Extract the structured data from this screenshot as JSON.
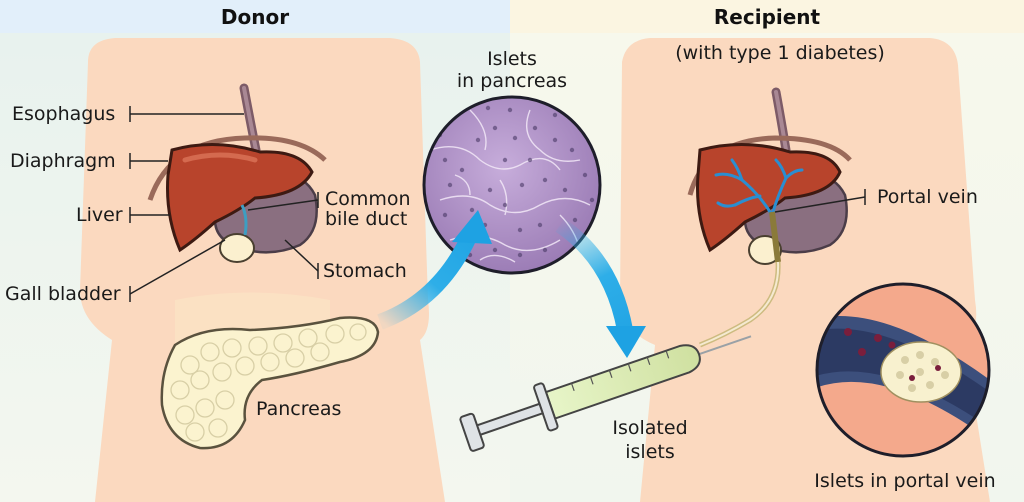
{
  "headers": {
    "donor": "Donor",
    "recipient": "Recipient"
  },
  "recipient_condition": "(with type 1 diabetes)",
  "donor_labels": {
    "esophagus": "Esophagus",
    "diaphragm": "Diaphragm",
    "liver": "Liver",
    "gall_bladder": "Gall bladder",
    "common_bile_duct_line1": "Common",
    "common_bile_duct_line2": "bile duct",
    "stomach": "Stomach",
    "pancreas": "Pancreas"
  },
  "micrograph": {
    "line1": "Islets",
    "line2": "in pancreas"
  },
  "recipient_labels": {
    "portal_vein": "Portal vein",
    "islets_in_portal_vein": "Islets in portal vein"
  },
  "syringe": {
    "line1": "Isolated",
    "line2": "islets"
  },
  "colors": {
    "donor_band": "#e2effa",
    "recipient_band": "#fbf5e1",
    "body": "#fbd9bf",
    "liver": "#b8442c",
    "stomach": "#8a6f80",
    "pancreas": "#fbf3cf",
    "arrow": "#2eaee8",
    "tissue": "#b79bc9",
    "vein_wall": "#3c4f7c",
    "vein": "#2c3a63"
  }
}
